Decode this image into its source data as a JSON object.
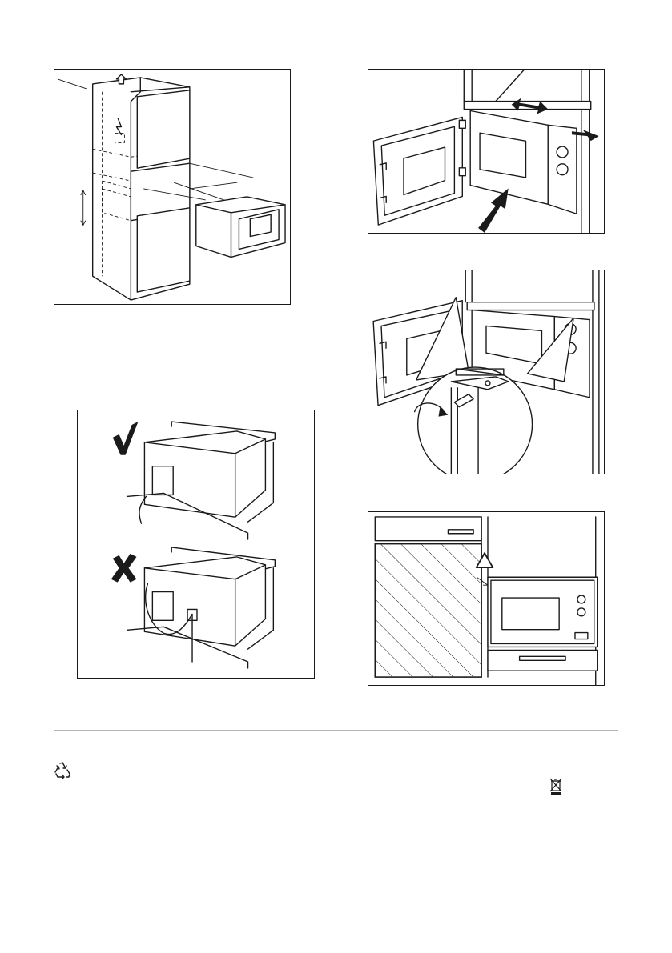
{
  "figures": [
    {
      "id": "fig-cabinet-installation",
      "label": ""
    },
    {
      "id": "fig-door-open-insert",
      "label": ""
    },
    {
      "id": "fig-cable-routing",
      "label": ""
    },
    {
      "id": "fig-screw-fixing",
      "label": ""
    },
    {
      "id": "fig-side-clearance",
      "label": ""
    }
  ],
  "icons": [
    "recycle-icon",
    "weee-crossed-bin-icon",
    "check-mark-icon",
    "cross-mark-icon",
    "warning-icon"
  ],
  "colors": {
    "line": "#1a1a1a",
    "frame": "#1a1a1a",
    "rule": "#b5b5b5",
    "shade": "#e9e9e9"
  }
}
